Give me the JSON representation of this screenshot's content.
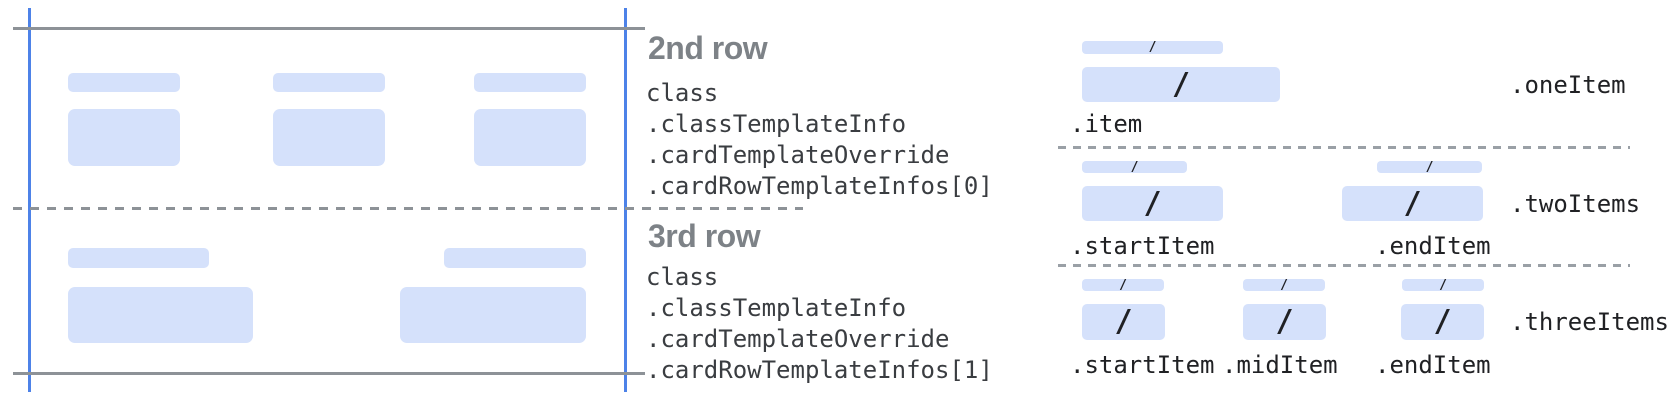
{
  "colors": {
    "accent_blue": "#4d82e8",
    "placeholder_blue": "#d5e1fb",
    "line_gray": "#8d9297",
    "dash_gray": "#9aa0a6",
    "heading_gray": "#7d8287",
    "code_text": "#3a3d41"
  },
  "annotations": {
    "second_row": {
      "heading": "2nd row",
      "code_lines": [
        "class",
        ".classTemplateInfo",
        ".cardTemplateOverride",
        ".cardRowTemplateInfos[0]"
      ]
    },
    "third_row": {
      "heading": "3rd row",
      "code_lines": [
        "class",
        ".classTemplateInfo",
        ".cardTemplateOverride",
        ".cardRowTemplateInfos[1]"
      ]
    }
  },
  "templates": {
    "slash": "/",
    "one_item": {
      "group_label": ".oneItem",
      "item_labels": [
        ".item"
      ]
    },
    "two_items": {
      "group_label": ".twoItems",
      "item_labels": [
        ".startItem",
        ".endItem"
      ]
    },
    "three_items": {
      "group_label": ".threeItems",
      "item_labels": [
        ".startItem",
        ".midItem",
        ".endItem"
      ]
    }
  }
}
